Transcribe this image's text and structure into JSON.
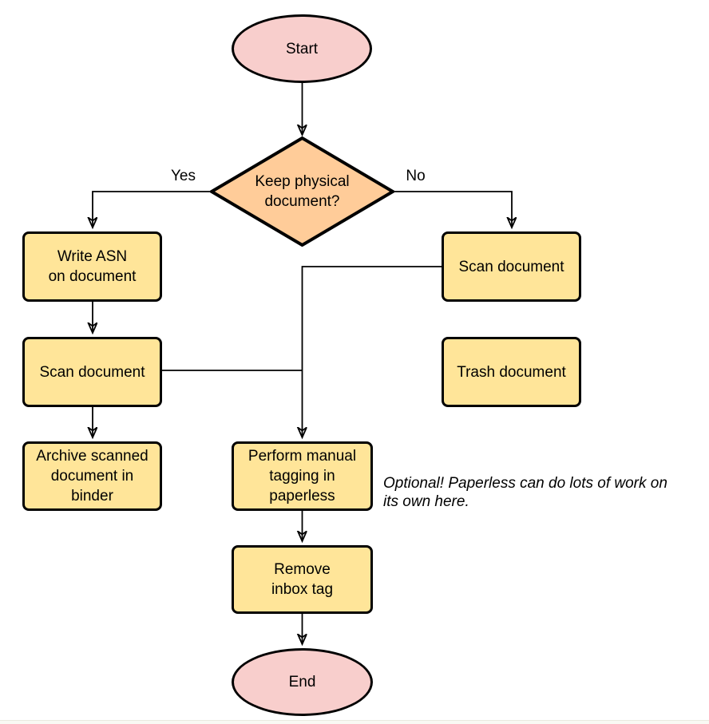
{
  "colors": {
    "terminator_fill": "#F8CECC",
    "decision_fill": "#FFCC99",
    "process_fill": "#FFE599",
    "stroke": "#000000"
  },
  "nodes": {
    "start": {
      "label": "Start",
      "type": "terminator"
    },
    "decision": {
      "label": "Keep physical\ndocument?",
      "type": "decision"
    },
    "write_asn": {
      "label": "Write ASN\non document",
      "type": "process"
    },
    "scan_left": {
      "label": "Scan document",
      "type": "process"
    },
    "archive": {
      "label": "Archive scanned\ndocument in\nbinder",
      "type": "process"
    },
    "scan_right": {
      "label": "Scan document",
      "type": "process"
    },
    "trash": {
      "label": "Trash document",
      "type": "process"
    },
    "perform_tagging": {
      "label": "Perform manual\ntagging in\npaperless",
      "type": "process"
    },
    "remove_inbox": {
      "label": "Remove\ninbox tag",
      "type": "process"
    },
    "end": {
      "label": "End",
      "type": "terminator"
    }
  },
  "edge_labels": {
    "yes": "Yes",
    "no": "No"
  },
  "note": {
    "text": "Optional! Paperless can do lots of work on\nits own here."
  }
}
